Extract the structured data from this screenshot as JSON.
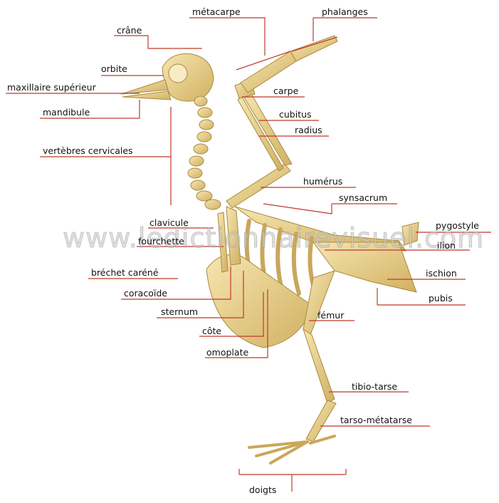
{
  "labels": {
    "metacarpe": "métacarpe",
    "phalanges": "phalanges",
    "crane": "crâne",
    "orbite": "orbite",
    "maxillaire": "maxillaire supérieur",
    "mandibule": "mandibule",
    "carpe": "carpe",
    "cubitus": "cubitus",
    "radius": "radius",
    "vertebres": "vertèbres cervicales",
    "humerus": "humérus",
    "synsacrum": "synsacrum",
    "clavicule": "clavicule",
    "fourchette": "fourchette",
    "pygostyle": "pygostyle",
    "ilion": "ilion",
    "brechet": "bréchet caréné",
    "ischion": "ischion",
    "coracoide": "coracoïde",
    "pubis": "pubis",
    "sternum": "sternum",
    "femur": "fémur",
    "cote": "côte",
    "omoplate": "omoplate",
    "tibio": "tibio-tarse",
    "tarso": "tarso-métatarse",
    "doigts": "doigts"
  },
  "watermark": "www.ledictionnairevisuel.com",
  "colors": {
    "leader": "#c0392b",
    "bone": "#e8cf86",
    "bone_dark": "#b89a4c"
  }
}
